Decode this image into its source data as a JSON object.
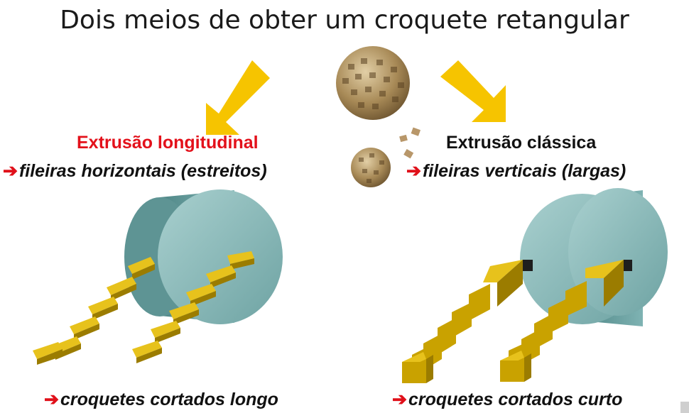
{
  "title": "Dois meios de obter um croquete retangular",
  "left": {
    "heading": "Extrusão longitudinal",
    "subheading": "fileiras horizontais (estreitos)",
    "caption": "croquetes cortados longo"
  },
  "right": {
    "heading": "Extrusão clássica",
    "subheading": "fileiras verticais (largas)",
    "caption": "croquetes cortados curto"
  },
  "arrow_glyph": "➔",
  "colors": {
    "left_heading": "#e3111b",
    "right_heading": "#111111",
    "pointer_arrow": "#f6c400",
    "drum": "#7fb3b3",
    "kibble": "#c9a200"
  }
}
